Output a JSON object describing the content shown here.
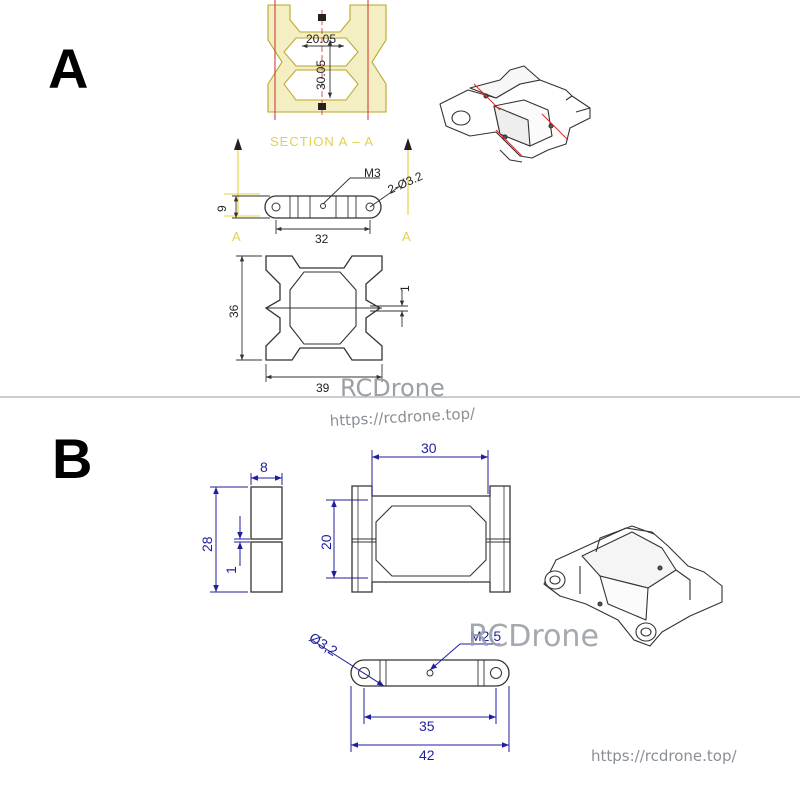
{
  "panels": [
    {
      "letter": "A",
      "section_label": "SECTION  A – A",
      "section_dims": {
        "inner_width": "20.05",
        "inner_height": "30.05"
      },
      "cut_marks": [
        "A",
        "A"
      ],
      "side_view": {
        "height": "9",
        "length": "32",
        "thread": "M3",
        "holes": "2-Ø3.2"
      },
      "top_view": {
        "height": "36",
        "width": "39",
        "gap": "1"
      }
    },
    {
      "letter": "B",
      "side_view": {
        "thickness": "8",
        "height": "28",
        "gap": "1"
      },
      "top_view": {
        "inner_width": "30",
        "inner_height": "20"
      },
      "bottom_view": {
        "hole": "Ø3,2",
        "thread": "M2.5",
        "inner_length": "35",
        "overall_length": "42"
      }
    }
  ],
  "watermark": {
    "brand": "RCDrone",
    "url": "https://rcdrone.top/"
  },
  "colors": {
    "dimension_blue": "#1f1f9e",
    "section_yellow": "#e2d24a",
    "axis_red": "#d22b2b"
  }
}
